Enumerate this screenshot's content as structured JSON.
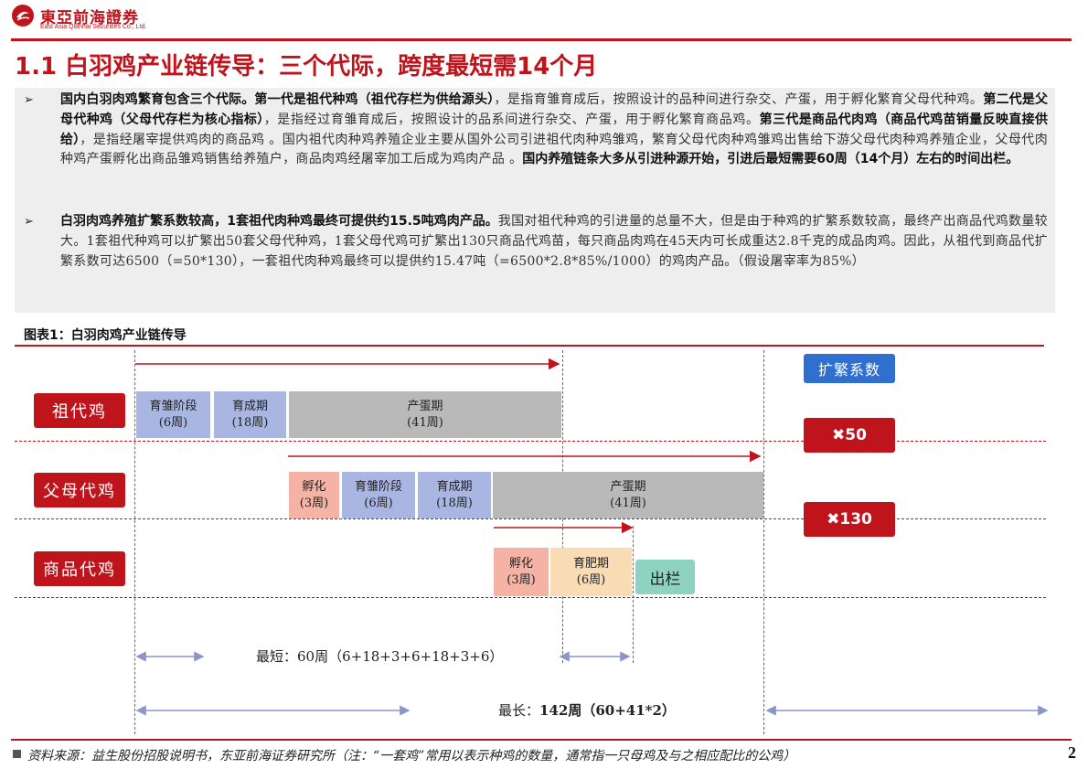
{
  "header": {
    "brand_cn": "東亞前海證券",
    "brand_en": "East Asia Qianhai Securities Co., Ltd.",
    "brand_color": "#c0141d"
  },
  "title": "1.1 白羽鸡产业链传导：三个代际，跨度最短需14个月",
  "summary": {
    "p1": {
      "s1": "国内白羽肉鸡繁育包含三个代际。第一代是祖代种鸡（祖代存栏为供给源头）",
      "t1": "，是指育雏育成后，按照设计的品种间进行杂交、产蛋，用于孵化繁育父母代种鸡。",
      "s2": "第二代是父母代种鸡（父母代存栏为核心指标）",
      "t2": "，是指经过育雏育成后，按照设计的品系间进行杂交、产蛋，用于孵化繁育商品鸡。",
      "s3": "第三代是商品代肉鸡（商品代鸡苗销量反映直接供给）",
      "t3": "，是指经屠宰提供鸡肉的商品鸡 。国内祖代肉种鸡养殖企业主要从国外公司引进祖代肉种鸡雏鸡，繁育父母代肉种鸡雏鸡出售给下游父母代肉种鸡养殖企业，父母代肉种鸡产蛋孵化出商品雏鸡销售给养殖户，商品肉鸡经屠宰加工后成为鸡肉产品 。",
      "s4": "国内养殖链条大多从引进种源开始，引进后最短需要60周（14个月）左右的时间出栏。"
    },
    "p2": {
      "s1": "白羽肉鸡养殖扩繁系数较高，1套祖代肉种鸡最终可提供约15.5吨鸡肉产品。",
      "t1": "我国对祖代种鸡的引进量的总量不大，但是由于种鸡的扩繁系数较高，最终产出商品代鸡数量较大。1套祖代种鸡可以扩繁出50套父母代种鸡，1套父母代鸡可扩繁出130只商品代鸡苗，每只商品肉鸡在45天内可长成重达2.8千克的成品肉鸡。因此，从祖代到商品代扩繁系数可达6500（=50*130），一套祖代肉种鸡最终可以提供约15.47吨（=6500*2.8*85%/1000）的鸡肉产品。（假设屠宰率为85%）"
    }
  },
  "figure": {
    "title": "图表1：白羽肉鸡产业链传导",
    "expand_label": "扩繁系数",
    "generations": [
      {
        "label": "祖代鸡",
        "stages": [
          {
            "name": "育雏阶段",
            "dur": "(6周)"
          },
          {
            "name": "育成期",
            "dur": "(18周)"
          },
          {
            "name": "产蛋期",
            "dur": "(41周)"
          }
        ]
      },
      {
        "label": "父母代鸡",
        "stages": [
          {
            "name": "孵化",
            "dur": "(3周)"
          },
          {
            "name": "育雏阶段",
            "dur": "(6周)"
          },
          {
            "name": "育成期",
            "dur": "(18周)"
          },
          {
            "name": "产蛋期",
            "dur": "(41周)"
          }
        ]
      },
      {
        "label": "商品代鸡",
        "stages": [
          {
            "name": "孵化",
            "dur": "(3周)"
          },
          {
            "name": "育肥期",
            "dur": "(6周)"
          }
        ]
      }
    ],
    "multipliers": [
      "✖50",
      "✖130"
    ],
    "outlet_label": "出栏",
    "shortest": {
      "label": "最短：",
      "value": "60周（6+18+3+6+18+3+6）"
    },
    "longest": {
      "label": "最长：",
      "value": "142周（60+41*2）"
    },
    "colors": {
      "red": "#c0141d",
      "blue_stage": "#a9b6e2",
      "gray_stage": "#b9b9b9",
      "pink_stage": "#f4b3a4",
      "tan_stage": "#f9dcb4",
      "outlet": "#8dd3c0",
      "expand": "#2e6fd0"
    }
  },
  "footer": {
    "source": "资料来源：益生股份招股说明书，东亚前海证券研究所（注：“一套鸡”常用以表示种鸡的数量，通常指一只母鸡及与之相应配比的公鸡）",
    "page": "2"
  }
}
